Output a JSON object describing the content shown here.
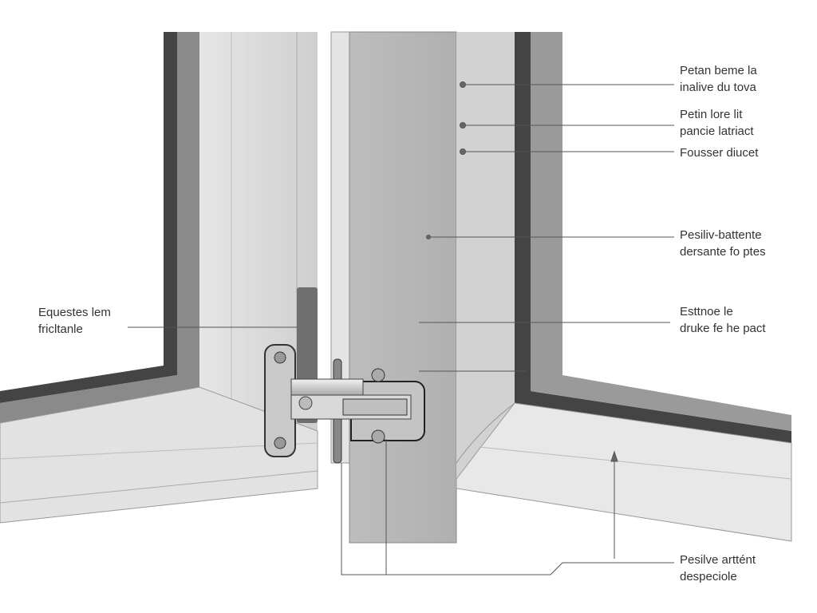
{
  "labels": {
    "right_1": [
      "Petan beme la",
      "inalive du tova"
    ],
    "right_2": [
      "Petin lore lit",
      "pancie latriact"
    ],
    "right_3": [
      "Fousser diucet"
    ],
    "right_4": [
      "Pesiliv-battente",
      "dersante fo ptes"
    ],
    "right_5": [
      "Esttnoe le",
      "druke fe he pact"
    ],
    "left_1": [
      "Equestes lem",
      "fricltanle"
    ],
    "bottom_1": [
      "Pesilve arttént",
      "despeciole"
    ]
  },
  "colors": {
    "frame": "#d6d6d6",
    "panel": "#b9b9b9",
    "glass_edge": "#3a3a3a",
    "leader": "#555555"
  }
}
